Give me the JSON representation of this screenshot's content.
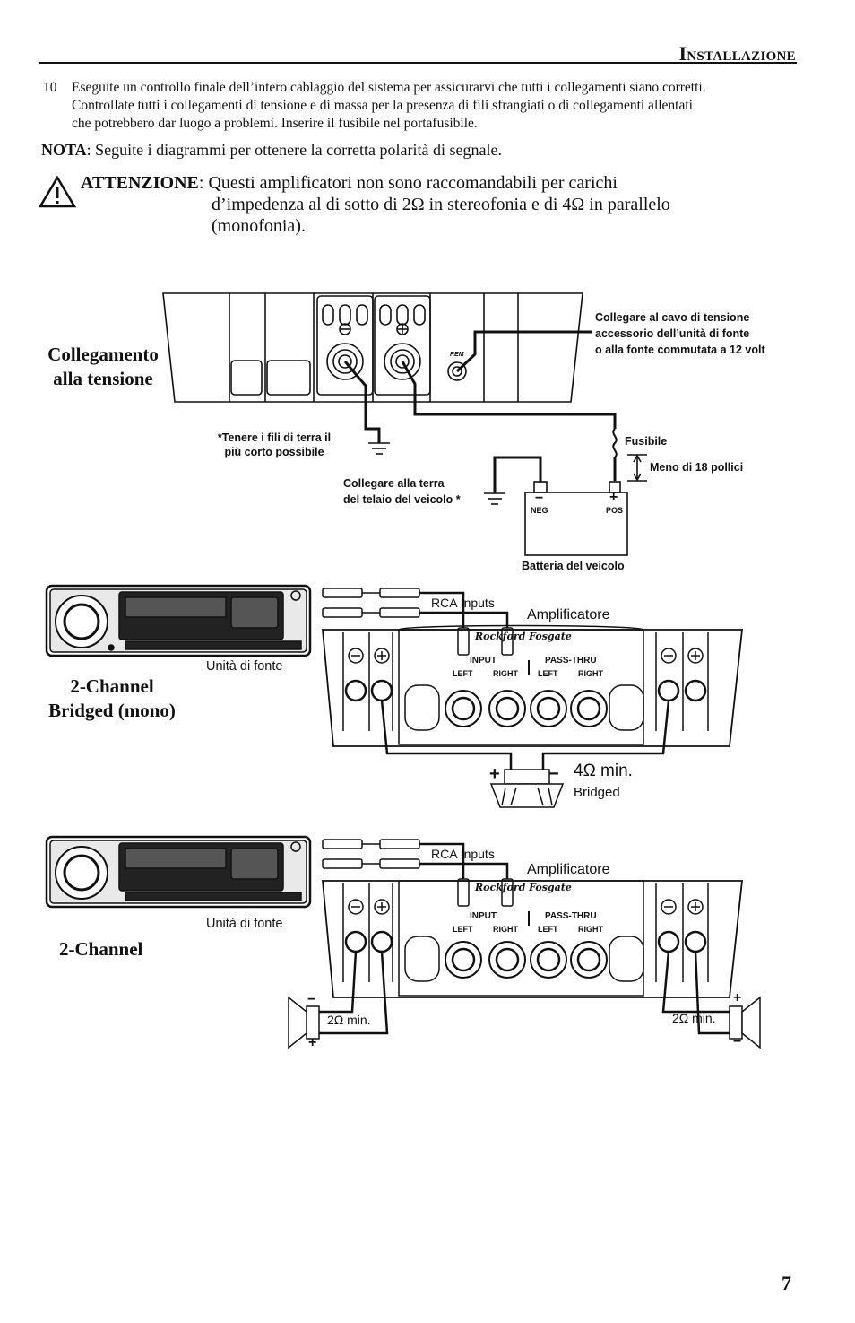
{
  "header": {
    "title": "Installazione",
    "page_number": "7"
  },
  "step": {
    "number": "10",
    "lines": [
      "Eseguite un controllo finale dell’intero cablaggio del sistema per assicurarvi che tutti i collegamenti siano corretti.",
      "Controllate tutti i collegamenti di tensione e di massa per la presenza di fili sfrangiati o di collegamenti allentati",
      "che potrebbero dar luogo a problemi. Inserire il fusibile nel portafusibile."
    ]
  },
  "nota": {
    "label": "NOTA",
    "text": ": Seguite i diagrammi per ottenere la corretta polarità di segnale."
  },
  "warning": {
    "label": "ATTENZIONE",
    "line1": ": Questi amplificatori non sono raccomandabili per carichi",
    "line2": "d’impedenza al di sotto di 2Ω in stereofonia e di 4Ω in parallelo",
    "line3": "(monofonia)."
  },
  "power_diagram": {
    "title_line1": "Collegamento",
    "title_line2": "alla tensione",
    "rem_label": "REM",
    "remote_note": [
      "Collegare al cavo di tensione",
      "accessorio dell’unità di fonte",
      "o alla fonte commutata a 12 volt"
    ],
    "ground_note": [
      "*Tenere i fili di terra il",
      "più corto possibile"
    ],
    "chassis_note": [
      "Collegare alla terra",
      "del telaio del veicolo *"
    ],
    "fuse_label": "Fusibile",
    "distance_label": "Meno di 18 pollici",
    "neg_label": "NEG",
    "pos_label": "POS",
    "minus_sign": "−",
    "plus_sign": "+",
    "battery_label": "Batteria del veicolo"
  },
  "bridged_diagram": {
    "title_line1": "2-Channel",
    "title_line2": "Bridged (mono)",
    "source_label": "Unità di fonte",
    "rca_label": "RCA Inputs",
    "amp_label": "Amplificatore",
    "brand": "Rockford Fosgate",
    "input_label": "INPUT",
    "passthru_label": "PASS-THRU",
    "left": "LEFT",
    "right": "RIGHT",
    "load_label": "4Ω  min.",
    "load_sub": "Bridged"
  },
  "stereo_diagram": {
    "title": "2-Channel",
    "source_label": "Unità di fonte",
    "rca_label": "RCA Inputs",
    "amp_label": "Amplificatore",
    "input_label": "INPUT",
    "passthru_label": "PASS-THRU",
    "left": "LEFT",
    "right": "RIGHT",
    "load_left": "2Ω  min.",
    "load_right": "2Ω  min."
  },
  "colors": {
    "ink": "#111111",
    "paper": "#ffffff"
  }
}
